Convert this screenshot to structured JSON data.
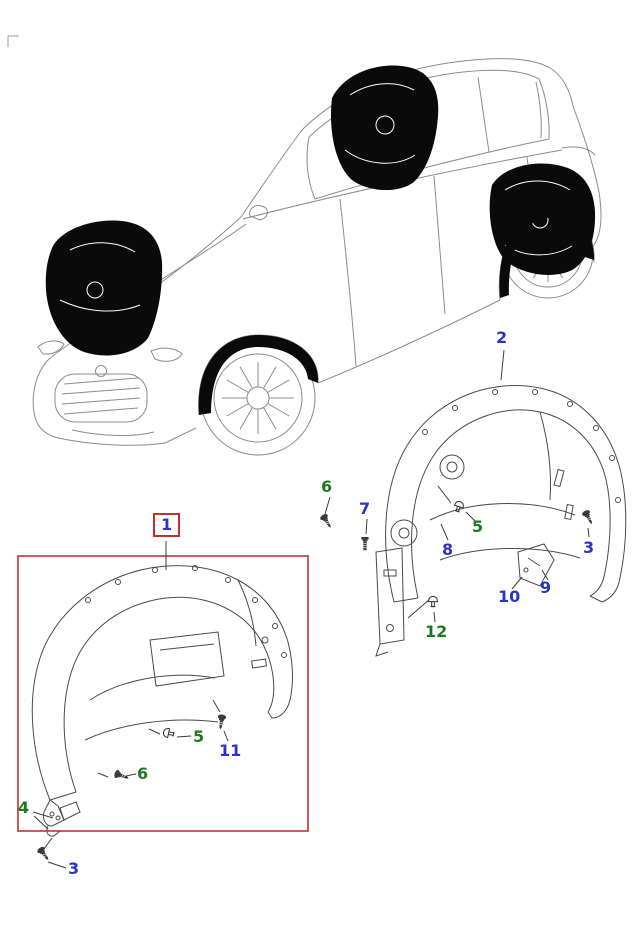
{
  "figure": {
    "background": "#ffffff",
    "colors": {
      "callout_blue": "#2736c4",
      "callout_green": "#1f7a1f",
      "highlight_red": "#c43030",
      "car_line_gray": "#8c8c8c",
      "part_line_gray": "#4a4a4a",
      "liner_fill_black": "#0a0a0a"
    },
    "callouts": [
      {
        "id": "part-1",
        "label": "1",
        "color": "blue",
        "boxed": true
      },
      {
        "id": "part-2",
        "label": "2",
        "color": "blue",
        "boxed": false
      },
      {
        "id": "fastener-6-upper",
        "label": "6",
        "color": "green",
        "boxed": false
      },
      {
        "id": "fastener-7",
        "label": "7",
        "color": "blue",
        "boxed": false
      },
      {
        "id": "fastener-5-upper",
        "label": "5",
        "color": "green",
        "boxed": false
      },
      {
        "id": "fastener-8",
        "label": "8",
        "color": "blue",
        "boxed": false
      },
      {
        "id": "fastener-3-upper",
        "label": "3",
        "color": "blue",
        "boxed": false
      },
      {
        "id": "fastener-9",
        "label": "9",
        "color": "blue",
        "boxed": false
      },
      {
        "id": "fastener-10",
        "label": "10",
        "color": "blue",
        "boxed": false
      },
      {
        "id": "fastener-12",
        "label": "12",
        "color": "green",
        "boxed": false
      },
      {
        "id": "fastener-5-lower",
        "label": "5",
        "color": "green",
        "boxed": false
      },
      {
        "id": "fastener-11",
        "label": "11",
        "color": "blue",
        "boxed": false
      },
      {
        "id": "fastener-6-lower",
        "label": "6",
        "color": "green",
        "boxed": false
      },
      {
        "id": "fastener-4",
        "label": "4",
        "color": "green",
        "boxed": false
      },
      {
        "id": "fastener-3-lower",
        "label": "3",
        "color": "blue",
        "boxed": false
      }
    ],
    "icons": [
      {
        "name": "screw-icon"
      },
      {
        "name": "clip-icon"
      },
      {
        "name": "bolt-icon"
      }
    ]
  }
}
